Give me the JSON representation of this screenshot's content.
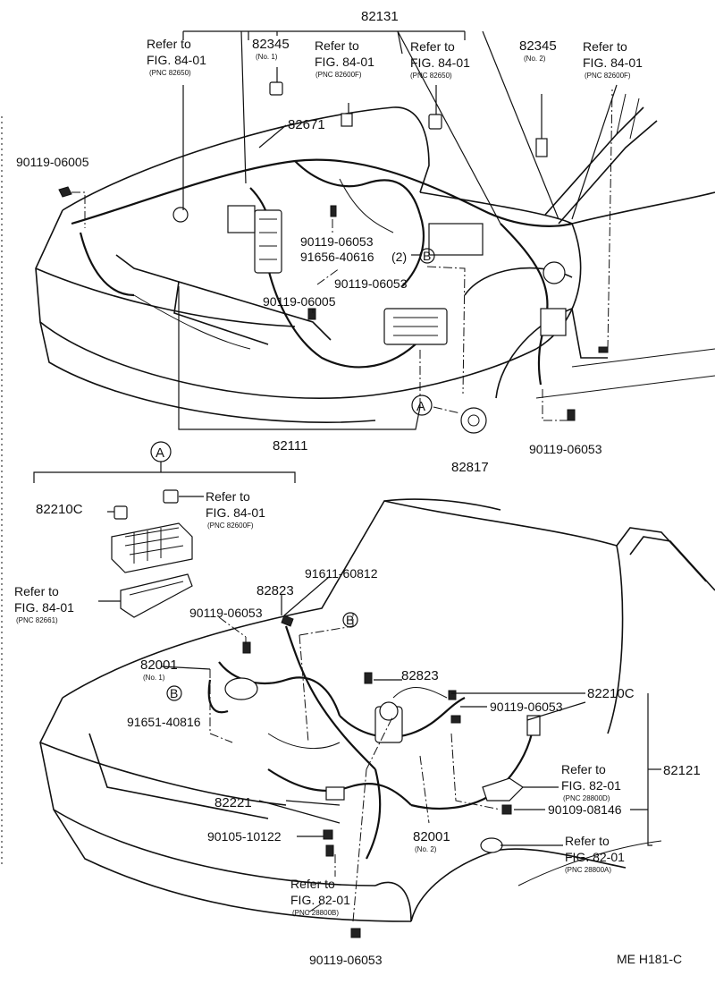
{
  "parts": {
    "p82131": "82131",
    "p82345_1": "82345",
    "p82345_1_note": "(No. 1)",
    "p82345_2": "82345",
    "p82345_2_note": "(No. 2)",
    "p82671": "82671",
    "p90119_06005_a": "90119-06005",
    "p90119_06053_a": "90119-06053",
    "p91656_40616": "91656-40616",
    "p91656_qty": "(2)",
    "p90119_06053_b": "90119-06053",
    "p90119_06005_b": "90119-06005",
    "p82111": "82111",
    "p82817": "82817",
    "p90119_06053_c": "90119-06053",
    "p82210C_a": "82210C",
    "p91611_60812": "91611-60812",
    "p82823_a": "82823",
    "p90119_06053_d": "90119-06053",
    "p82001_1": "82001",
    "p82001_1_note": "(No. 1)",
    "p91651_40816": "91651-40816",
    "p82823_b": "82823",
    "p90119_06053_e": "90119-06053",
    "p82210C_b": "82210C",
    "p82121": "82121",
    "p82221": "82221",
    "p90105_10122": "90105-10122",
    "p82001_2": "82001",
    "p82001_2_note": "(No. 2)",
    "p90109_08146": "90109-08146",
    "p90119_06053_f": "90119-06053"
  },
  "refs": {
    "r1": {
      "line1": "Refer to",
      "line2": "FIG. 84-01",
      "pnc": "(PNC 82650)"
    },
    "r2": {
      "line1": "Refer to",
      "line2": "FIG. 84-01",
      "pnc": "(PNC 82600F)"
    },
    "r3": {
      "line1": "Refer to",
      "line2": "FIG. 84-01",
      "pnc": "(PNC 82650)"
    },
    "r4": {
      "line1": "Refer to",
      "line2": "FIG. 84-01",
      "pnc": "(PNC 82600F)"
    },
    "r5": {
      "line1": "Refer to",
      "line2": "FIG. 84-01",
      "pnc": "(PNC 82600F)"
    },
    "r6": {
      "line1": "Refer to",
      "line2": "FIG. 84-01",
      "pnc": "(PNC 82661)"
    },
    "r7": {
      "line1": "Refer to",
      "line2": "FIG. 82-01",
      "pnc": "(PNC 28800D)"
    },
    "r8": {
      "line1": "Refer to",
      "line2": "FIG. 82-01",
      "pnc": "(PNC 28800A)"
    },
    "r9": {
      "line1": "Refer to",
      "line2": "FIG. 82-01",
      "pnc": "(PNC 28800B)"
    }
  },
  "markers": {
    "A": "A",
    "B": "B"
  },
  "footer": {
    "code": "ME H181-C"
  }
}
